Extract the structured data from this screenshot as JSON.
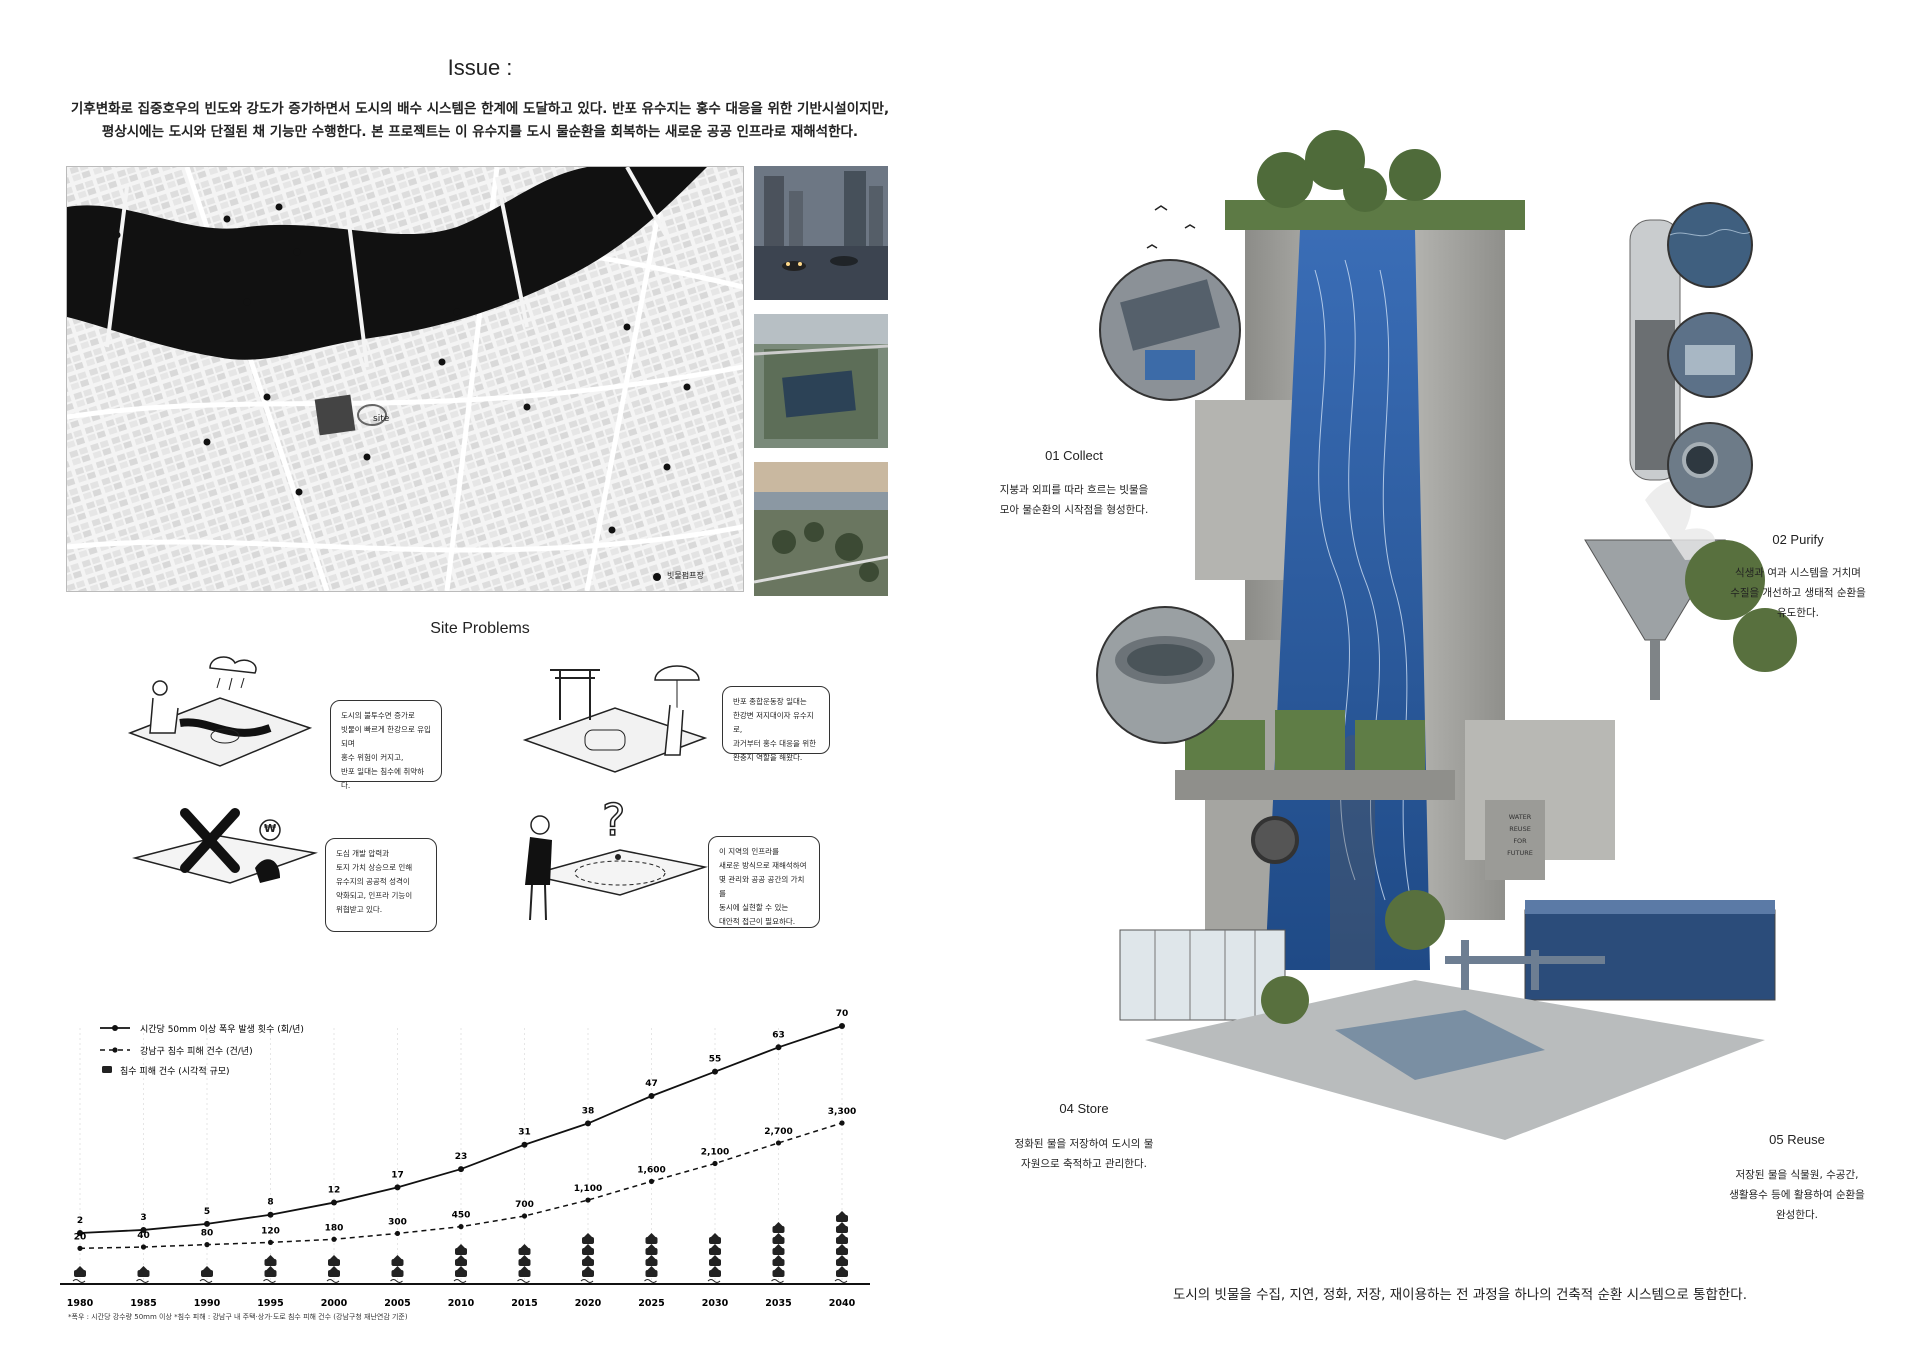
{
  "issue": {
    "title": "Issue :",
    "line1": "기후변화로 집중호우의 빈도와 강도가 증가하면서 도시의 배수 시스템은 한계에 도달하고 있다. 반포 유수지는 홍수 대응을 위한 기반시설이지만,",
    "line2": "평상시에는 도시와 단절된 채 기능만 수행한다. 본 프로젝트는 이 유수지를 도시 물순환을 회복하는 새로운 공공 인프라로 재해석한다."
  },
  "map": {
    "site_label": "site",
    "legend_label": "빗물펌프장"
  },
  "site_problems": {
    "title": "Site Problems",
    "p1": [
      "도시의 불투수면 증가로",
      "빗물이 빠르게 한강으로 유입되며",
      "홍수 위험이 커지고,",
      "반포 일대는 침수에 취약하다."
    ],
    "p2": [
      "반포 종합운동장 일대는",
      "한강변 저지대이자 유수지로,",
      "과거부터 홍수 대응을 위한",
      "완충지 역할을 해왔다."
    ],
    "p3": [
      "도심 개발 압력과",
      "토지 가치 상승으로 인해",
      "유수지의 공공적 성격이",
      "약화되고, 인프라 기능이",
      "위협받고 있다."
    ],
    "p4": [
      "이 지역의 인프라를",
      "새로운 방식으로 재해석하여",
      "몇 관리와 공공 공간의 가치를",
      "동시에 실현할 수 있는",
      "대안적 접근이 필요하다."
    ],
    "currency_symbol": "₩"
  },
  "chart_data": {
    "type": "line",
    "categories": [
      "1980",
      "1985",
      "1990",
      "1995",
      "2000",
      "2005",
      "2010",
      "2015",
      "2020",
      "2025",
      "2030",
      "2035",
      "2040"
    ],
    "series": [
      {
        "name": "시간당 50mm 이상 폭우 발생 횟수 (회/년)",
        "values": [
          2,
          3,
          5,
          8,
          12,
          17,
          23,
          31,
          38,
          47,
          55,
          63,
          70
        ],
        "labels": [
          "2",
          "3",
          "5",
          "8",
          "12",
          "17",
          "23",
          "31",
          "38",
          "47",
          "55",
          "63",
          "70"
        ],
        "style": "solid"
      },
      {
        "name": "강남구 침수 피해 건수 (건/년)",
        "values": [
          20,
          40,
          80,
          120,
          180,
          300,
          450,
          700,
          1100,
          1600,
          2100,
          2700,
          3300
        ],
        "labels": [
          "20",
          "40",
          "80",
          "120",
          "180",
          "300",
          "450",
          "700",
          "1,100",
          "1,600",
          "2,100",
          "2,700",
          "3,300"
        ],
        "style": "dashed"
      },
      {
        "name": "침수 피해 건수 (시각적 규모)",
        "style": "icons",
        "icon_counts": [
          1,
          1,
          1,
          2,
          2,
          2,
          3,
          3,
          4,
          4,
          4,
          5,
          6
        ]
      }
    ],
    "footnote": "*폭우 : 시간당 강수량 50mm 이상     *침수 피해 : 강남구 내 주택·상가·도로 침수 피해 건수 (강남구청 재난연감 기준)"
  },
  "steps": {
    "collect": {
      "title": "01 Collect",
      "l1": "지붕과 외피를 따라 흐르는 빗물을",
      "l2": "모아 물순환의 시작점을 형성한다."
    },
    "purify": {
      "title": "02 Purify",
      "l1": "식생과 여과 시스템을 거치며",
      "l2": "수질을 개선하고 생태적 순환을",
      "l3": "유도한다."
    },
    "store": {
      "title": "04 Store",
      "l1": "정화된 물을 저장하여 도시의 물",
      "l2": "자원으로 축적하고 관리한다."
    },
    "reuse": {
      "title": "05 Reuse",
      "l1": "저장된 물을 식물원, 수공간,",
      "l2": "생활용수 등에 활용하여 순환을",
      "l3": "완성한다."
    }
  },
  "sign": [
    "WATER",
    "REUSE",
    "FOR",
    "FUTURE"
  ],
  "bottom_text": "도시의 빗물을 수집, 지연, 정화, 저장, 재이용하는 전 과정을 하나의 건축적 순환 시스템으로 통합한다.",
  "colors": {
    "water": "#2f5fa8",
    "ink": "#111111",
    "concrete": "#a8a8a4"
  }
}
